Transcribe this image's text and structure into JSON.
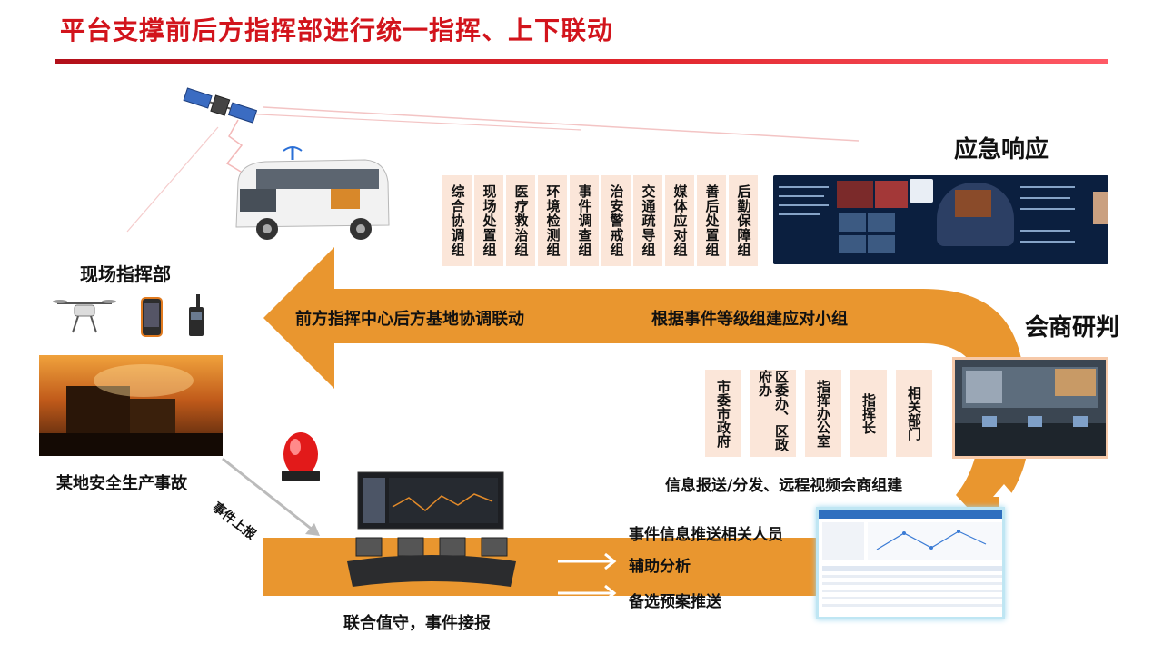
{
  "title": "平台支撑前后方指挥部进行统一指挥、上下联动",
  "labels": {
    "emergency_response": "应急响应",
    "consultation": "会商研判",
    "field_command": "现场指挥部",
    "accident": "某地安全生产事故",
    "event_report": "事件上报",
    "joint_duty": "联合值守，事件接报",
    "arrow_left_text": "前方指挥中心后方基地协调联动",
    "arrow_right_text": "根据事件等级组建应对小组",
    "info_report": "信息报送/分发、远程视频会商组建"
  },
  "groups": [
    "综合协调组",
    "现场处置组",
    "医疗救治组",
    "环境检测组",
    "事件调查组",
    "治安警戒组",
    "交通疏导组",
    "媒体应对组",
    "善后处置组",
    "后勤保障组"
  ],
  "departments": [
    "市委市政府",
    "区委办、区政府办",
    "指挥办公室",
    "指挥长",
    "相关部门"
  ],
  "actions": [
    "事件信息推送相关人员",
    "辅助分析",
    "备选预案推送"
  ],
  "colors": {
    "title_red": "#d2141c",
    "arrow_orange": "#e9962f",
    "box_peach": "#fbe6d9"
  }
}
